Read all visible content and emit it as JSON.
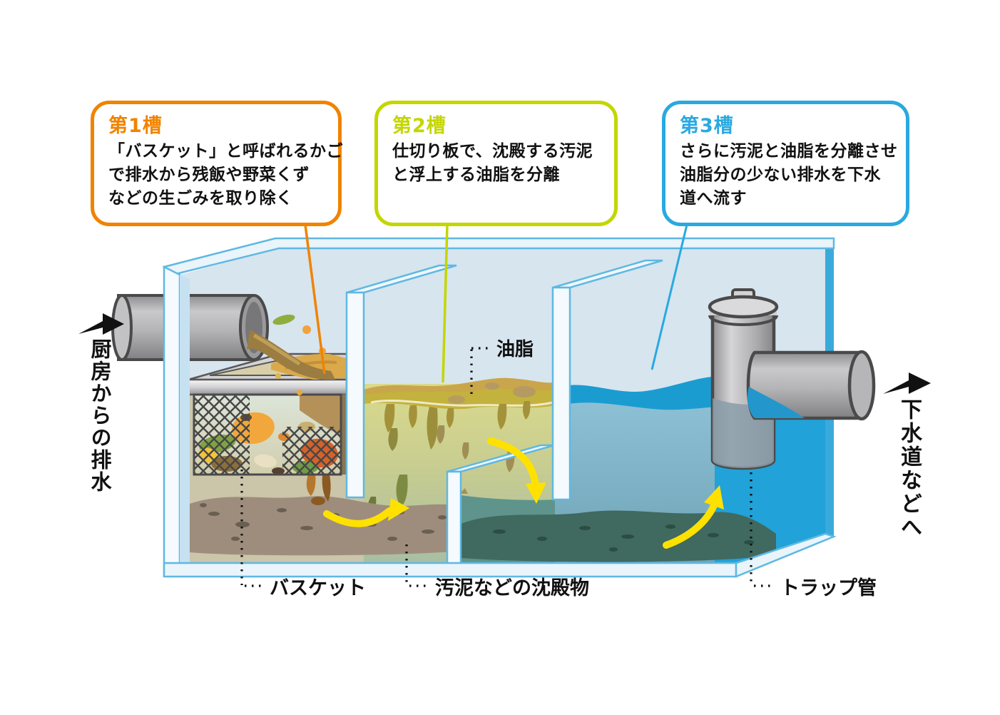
{
  "callouts": [
    {
      "id": "chamber-1",
      "title": "第1槽",
      "color": "#F08300",
      "lines": [
        "「バスケット」と呼ばれるかご",
        "で排水から残飯や野菜くず",
        "などの生ごみを取り除く"
      ]
    },
    {
      "id": "chamber-2",
      "title": "第2槽",
      "color": "#C3D600",
      "lines": [
        "仕切り板で、沈殿する汚泥",
        "と浮上する油脂を分離"
      ]
    },
    {
      "id": "chamber-3",
      "title": "第3槽",
      "color": "#29A9E0",
      "lines": [
        "さらに汚泥と油脂を分離させ",
        "油脂分の少ない排水を下水",
        "道へ流す"
      ]
    }
  ],
  "flow_labels": {
    "inlet": "厨房からの排水",
    "outlet": "下水道などへ"
  },
  "part_labels": {
    "basket": "バスケット",
    "sediment": "汚泥などの沈殿物",
    "trap_pipe": "トラップ管",
    "grease": "油脂"
  },
  "colors": {
    "callout_1_accent": "#F08300",
    "callout_2_accent": "#C3D600",
    "callout_3_accent": "#29A9E0",
    "flow_arrow_yellow": "#FFE100",
    "water_surface_blue": "#1B9CD1",
    "tank_edge_blue": "#5FB8E2"
  }
}
